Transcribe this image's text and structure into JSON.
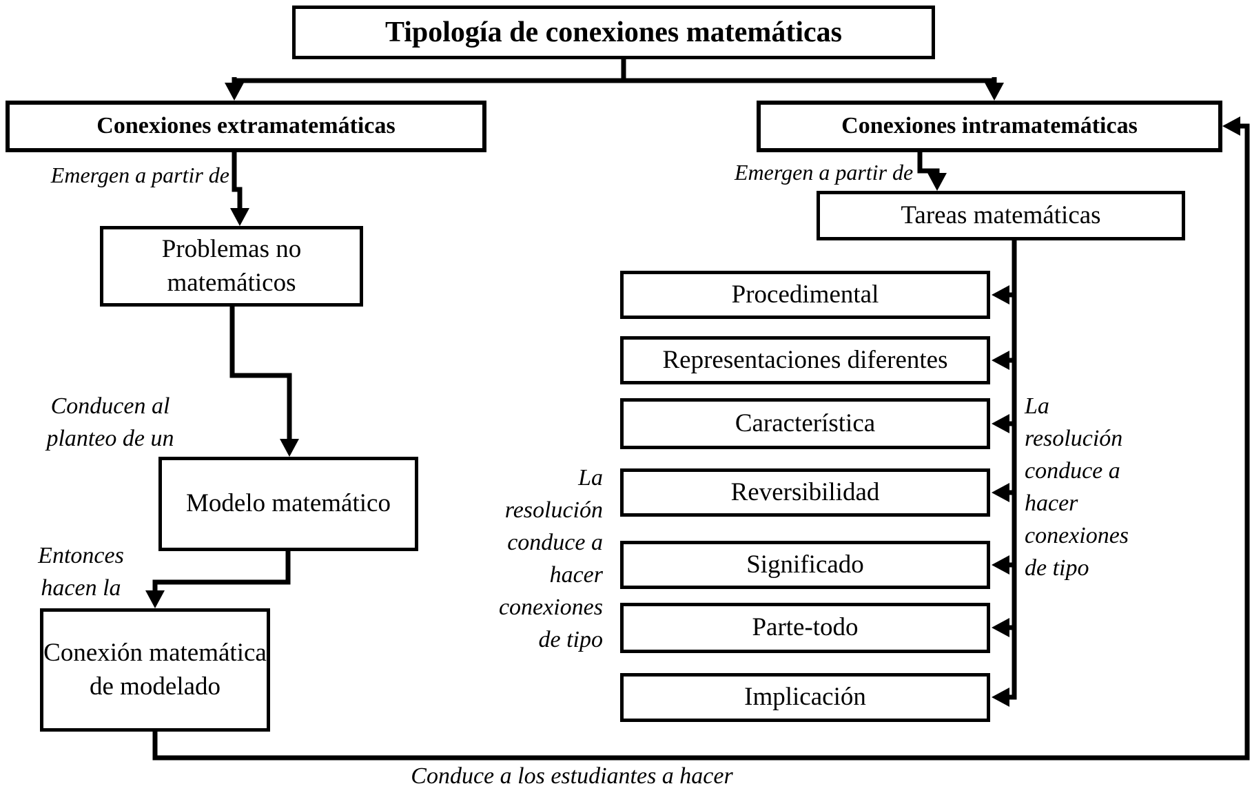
{
  "title": "Tipología de conexiones matemáticas",
  "left_branch": {
    "header": "Conexiones extramatemáticas",
    "label_emergen": "Emergen a partir de",
    "node_problemas": "Problemas no matemáticos",
    "label_conducen": "Conducen al\nplanteo de un",
    "node_modelo": "Modelo matemático",
    "label_entonces": "Entonces\nhacen la",
    "node_conexion": "Conexión matemática de modelado"
  },
  "right_branch": {
    "header": "Conexiones intramatemáticas",
    "label_emergen": "Emergen a partir de",
    "node_tareas": "Tareas matemáticas",
    "label_resolucion_left": "La\nresolución\nconduce a\nhacer\nconexiones\nde tipo",
    "label_resolucion_right": "La\nresolución\nconduce a\nhacer\nconexiones\nde tipo",
    "categories": [
      "Procedimental",
      "Representaciones diferentes",
      "Característica",
      "Reversibilidad",
      "Significado",
      "Parte-todo",
      "Implicación"
    ]
  },
  "label_conduce_bottom": "Conduce a los estudiantes a hacer",
  "colors": {
    "line": "#000000",
    "background": "#ffffff"
  }
}
